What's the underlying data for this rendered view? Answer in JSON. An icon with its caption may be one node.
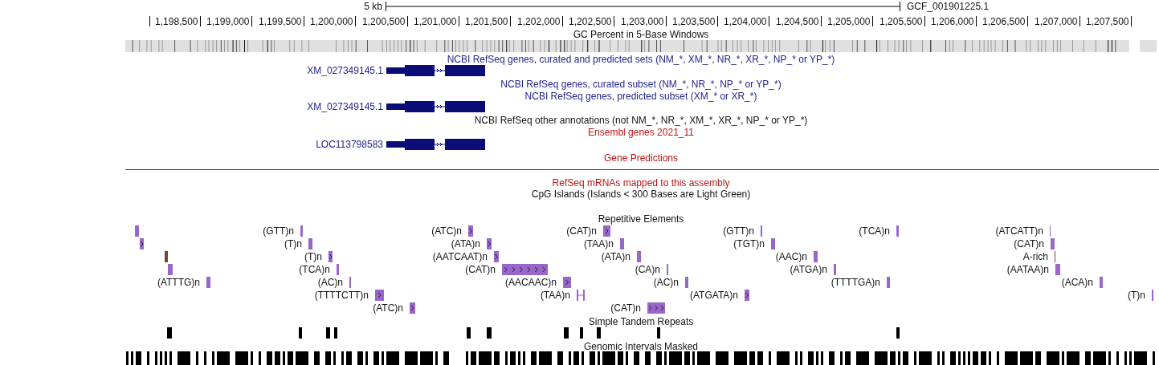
{
  "diagram": {
    "labels": [
      "5 kb",
      "GCF_001901225.1",
      "1,198,500",
      "1,199,000",
      "1,199,500",
      "1,200,000",
      "1,200,500",
      "1,201,000",
      "1,201,500",
      "1,202,000",
      "1,202,500",
      "1,203,000",
      "1,203,500",
      "1,204,000",
      "1,204,500",
      "1,205,000",
      "1,205,500",
      "1,206,000",
      "1,206,500",
      "1,207,000",
      "1,207,500",
      "GC Percent in 5-Base Windows",
      "NCBI RefSeq genes, curated and predicted sets (NM_*, XM_*, NR_*, XR_*, NP_* or YP_*)",
      "XM_027349145.1",
      "NCBI RefSeq genes, curated subset (NM_*, NR_*, NP_* or YP_*)",
      "NCBI RefSeq genes, predicted subset (XM_* or XR_*)",
      "XM_027349145.1",
      "NCBI RefSeq other annotations (not NM_*, NR_*, XM_*, XR_*, NP_* or YP_*)",
      "Ensembl genes 2021_11",
      "LOC113798583",
      "Gene Predictions",
      "RefSeq mRNAs mapped to this assembly",
      "CpG Islands (Islands < 300 Bases are Light Green)",
      "Repetitive Elements",
      "(GTT)n",
      "(ATC)n",
      "(CAT)n",
      "(GTT)n",
      "(TCA)n",
      "(ATCATT)n",
      "(T)n",
      "(ATA)n",
      "(TAA)n",
      "(TGT)n",
      "(CAT)n",
      "(T)n",
      "(AATCAAT)n",
      "(ATA)n",
      "(AAC)n",
      "A-rich",
      "(TCA)n",
      "(CAT)n",
      "(CA)n",
      "(ATGA)n",
      "(AATAA)n",
      "(ATTTG)n",
      "(AC)n",
      "(AACAAC)n",
      "(AC)n",
      "(TTTTGA)n",
      "(ACA)n",
      "(TTTTCTT)n",
      "(TAA)n",
      "(ATGATA)n",
      "(T)n",
      "(ATC)n",
      "(CAT)n",
      "Simple Tandem Repeats",
      "Genomic Intervals Masked"
    ]
  }
}
